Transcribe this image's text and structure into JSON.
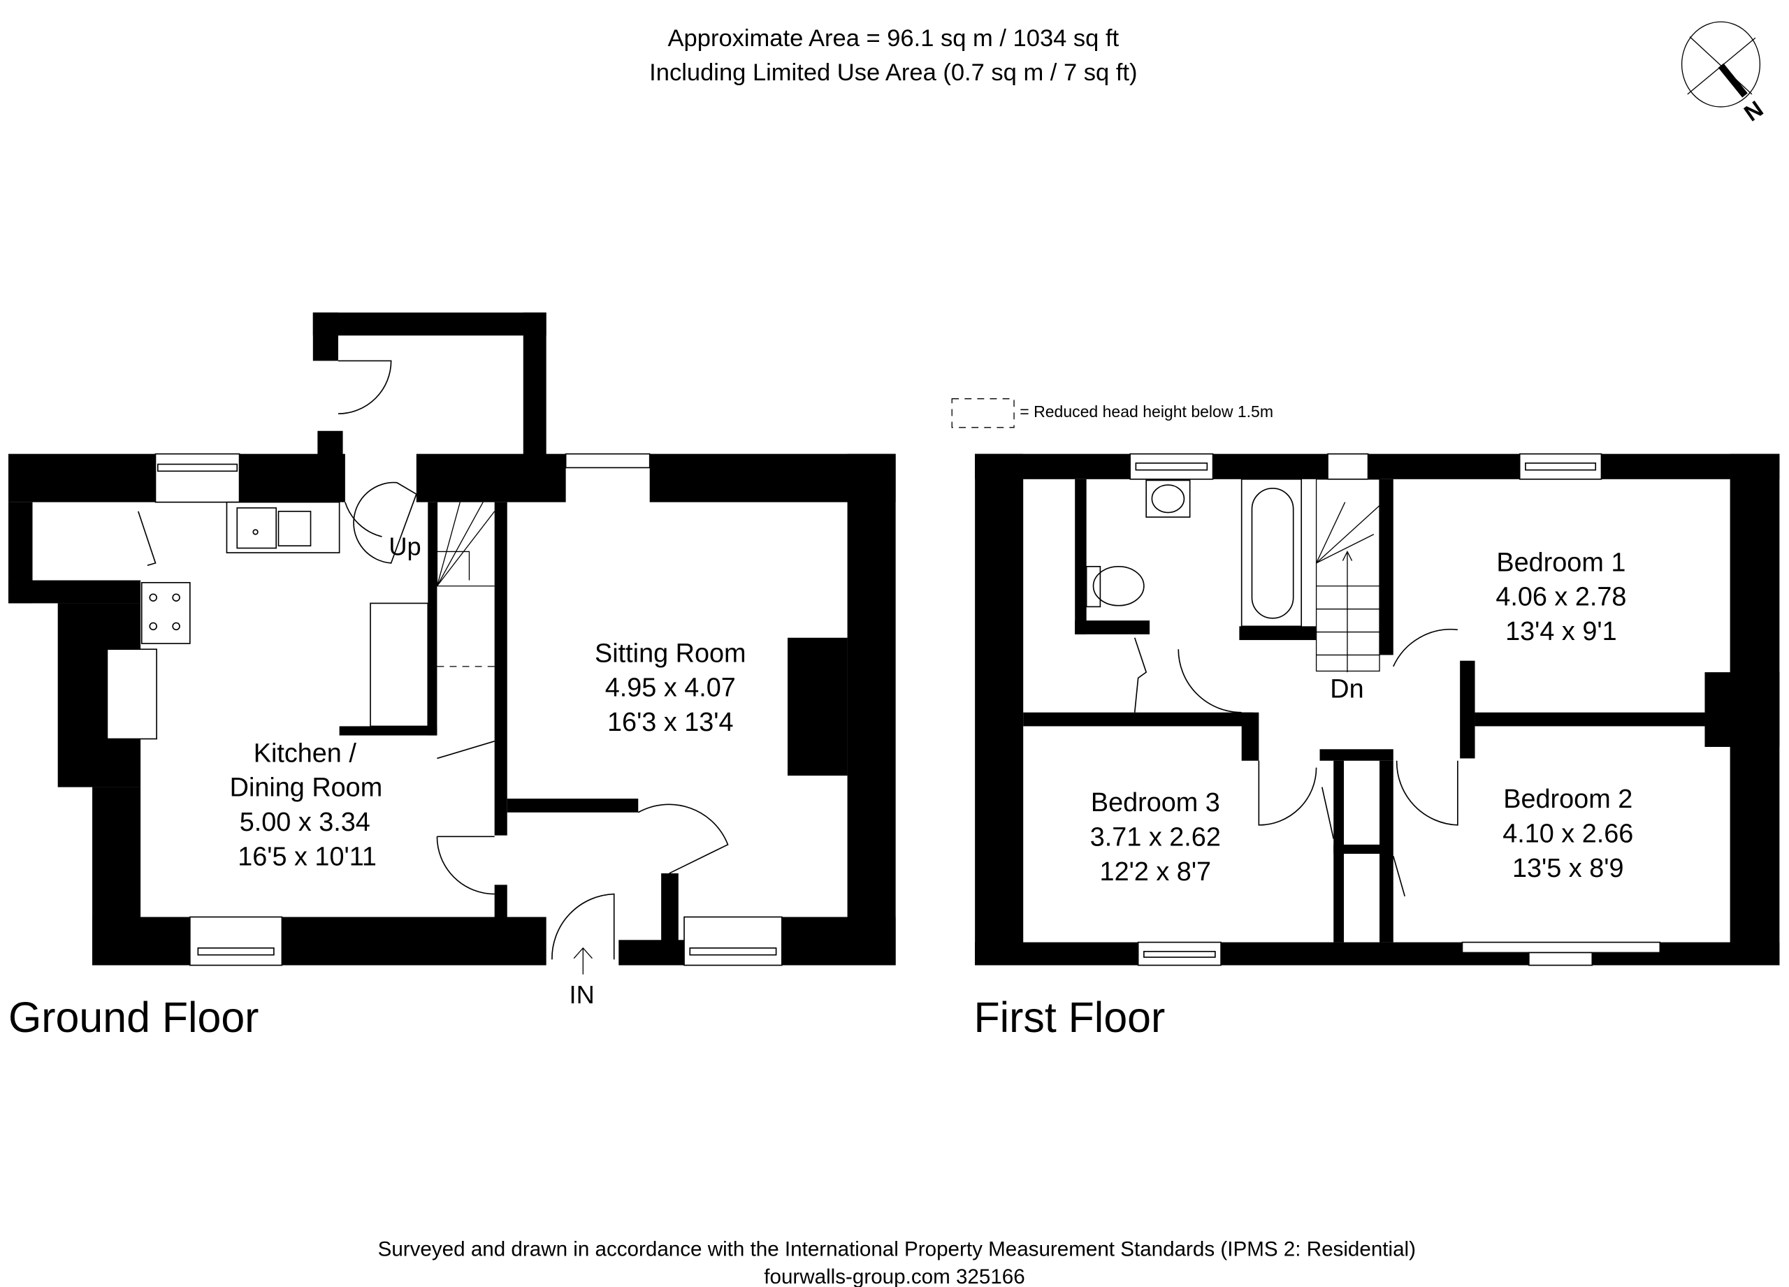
{
  "header": {
    "area_line": "Approximate  Area = 96.1 sq m / 1034 sq ft",
    "limited_use_line": "Including Limited Use Area (0.7 sq m / 7 sq ft)"
  },
  "compass": {
    "icon": "north-arrow-icon",
    "label": "N"
  },
  "legend": {
    "text": "= Reduced head height below 1.5m"
  },
  "ground_floor": {
    "title": "Ground Floor",
    "entrance_label": "IN",
    "stairs_label": "Up",
    "rooms": [
      {
        "name_lines": [
          "Kitchen /",
          "Dining Room"
        ],
        "metric": "5.00 x 3.34",
        "imperial": "16'5 x 10'11"
      },
      {
        "name_lines": [
          "Sitting Room"
        ],
        "metric": "4.95 x 4.07",
        "imperial": "16'3 x 13'4"
      }
    ]
  },
  "first_floor": {
    "title": "First Floor",
    "stairs_label": "Dn",
    "rooms": [
      {
        "name": "Bedroom 1",
        "metric": "4.06 x 2.78",
        "imperial": "13'4 x 9'1"
      },
      {
        "name": "Bedroom 2",
        "metric": "4.10 x 2.66",
        "imperial": "13'5 x 8'9"
      },
      {
        "name": "Bedroom 3",
        "metric": "3.71 x 2.62",
        "imperial": "12'2 x 8'7"
      }
    ]
  },
  "footer": {
    "standards_line": "Surveyed and drawn in accordance with the International Property Measurement Standards (IPMS 2: Residential)",
    "reference_line": "fourwalls-group.com 325166"
  }
}
